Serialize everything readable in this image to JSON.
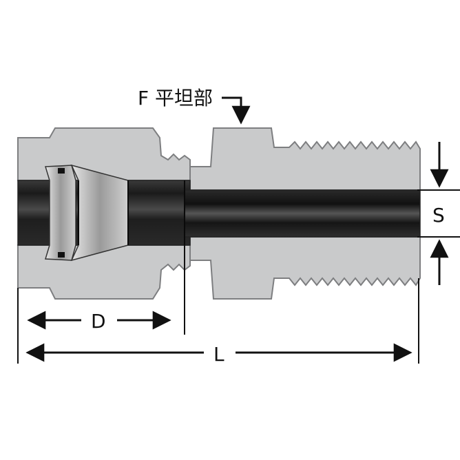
{
  "labels": {
    "flat": "F 平坦部",
    "d": "D",
    "l": "L",
    "s": "S"
  },
  "colors": {
    "body_fill": "#c9cacb",
    "body_edge": "#7d7e80",
    "bore_dark": "#141414",
    "line": "#111111",
    "background": "#ffffff"
  }
}
